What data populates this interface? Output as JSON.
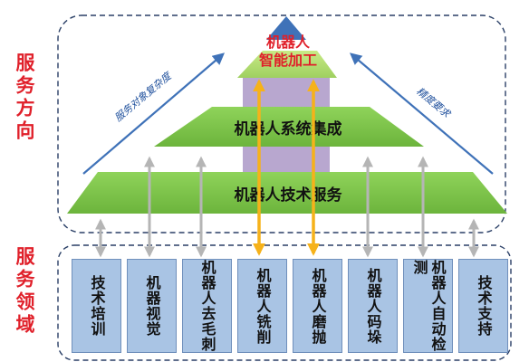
{
  "side_labels": {
    "top": "服务方向",
    "bottom": "服务领域"
  },
  "pyramid": {
    "apex": "机器人智能加工",
    "middle": "机器人系统集成",
    "bottom": "机器人技术服务"
  },
  "arrows": {
    "left": "服务对象复杂度",
    "right": "精度要求"
  },
  "boxes": [
    {
      "label": "技术培训"
    },
    {
      "label": "机器视觉"
    },
    {
      "label": "机器人去毛刺"
    },
    {
      "label": "机器人铣削"
    },
    {
      "label": "机器人磨抛"
    },
    {
      "label": "机器人码垛"
    },
    {
      "label": "机器人自动检测"
    },
    {
      "label": "技术支持"
    }
  ],
  "colors": {
    "side_label": "#e0202a",
    "apex_text": "#e0202a",
    "tier_green": "#77c04a",
    "tier_green_light": "#b9e07c",
    "tower_purple": "#b8a7cf",
    "apex_blue": "#3f72b8",
    "box_fill": "#a9c4e4",
    "frame_border": "#2a3f66",
    "trend_arrow": "#3f72b8",
    "link_arrow": "#b5b5b5",
    "gold_arrow": "#f6b21a"
  }
}
